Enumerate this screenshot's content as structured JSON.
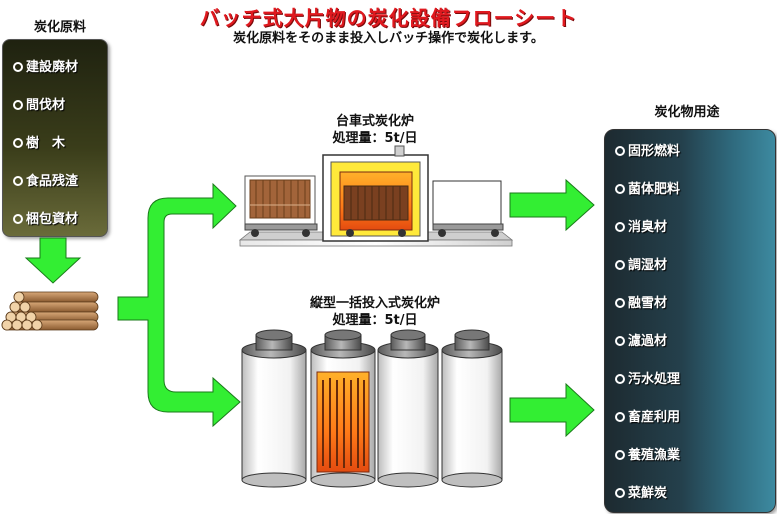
{
  "title": "バッチ式大片物の炭化設備フローシート",
  "subtitle": "炭化原料をそのまま投入しバッチ操作で炭化します。",
  "raw_materials": {
    "label": "炭化原料",
    "items": [
      "建設廃材",
      "間伐材",
      "樹　木",
      "食品残渣",
      "梱包資材"
    ]
  },
  "furnace_cart": {
    "name": "台車式炭化炉",
    "capacity": "処理量：5t/日"
  },
  "furnace_vertical": {
    "name": "縦型一括投入式炭化炉",
    "capacity": "処理量：5t/日"
  },
  "uses": {
    "label": "炭化物用途",
    "items": [
      "固形燃料",
      "菌体肥料",
      "消臭材",
      "調湿材",
      "融雪材",
      "濾過材",
      "汚水処理",
      "畜産利用",
      "養殖漁業",
      "菜鮮炭"
    ]
  },
  "colors": {
    "title": "#e0191f",
    "arrow": "#33ee33",
    "raw_box": "#3a3d1a",
    "use_box": "#2f6a7e",
    "fire": "#ff8a1a"
  },
  "icons": [
    "circle-bullet-icon",
    "arrow-right-icon",
    "arrow-down-icon",
    "log-pile-icon",
    "cart-furnace-icon",
    "drum-furnace-icon"
  ]
}
